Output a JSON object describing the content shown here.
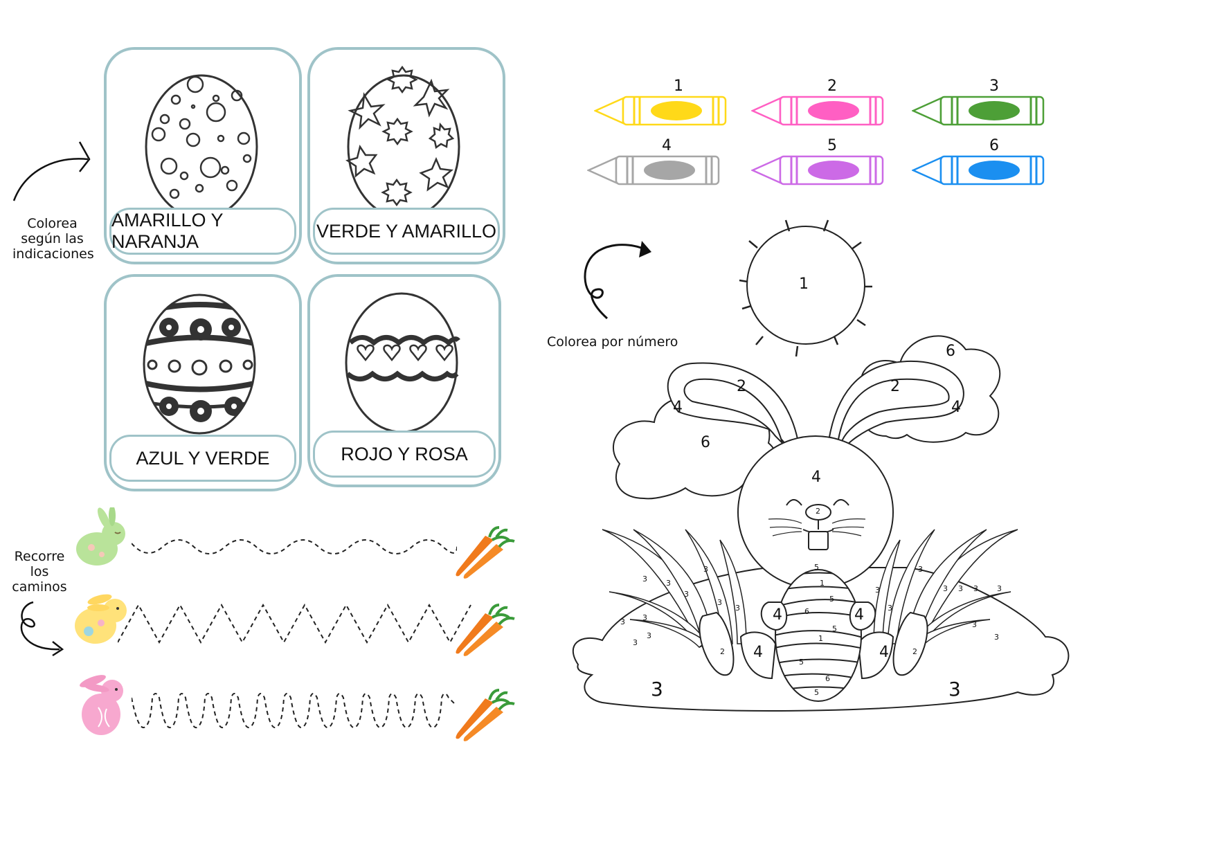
{
  "instructions": {
    "color_by_directions": "Colorea\nsegún las\nindicaciones",
    "trace_paths": "Recorre\nlos\ncaminos",
    "color_by_number": "Colorea por número"
  },
  "egg_cards": [
    {
      "label": "AMARILLO Y NARANJA"
    },
    {
      "label": "VERDE Y AMARILLO"
    },
    {
      "label": "AZUL Y VERDE"
    },
    {
      "label": "ROJO Y ROSA"
    }
  ],
  "crayon_key": [
    {
      "number": "1",
      "color": "#ffd919"
    },
    {
      "number": "2",
      "color": "#ff5fc3"
    },
    {
      "number": "3",
      "color": "#4d9f37"
    },
    {
      "number": "4",
      "color": "#a6a6a6"
    },
    {
      "number": "5",
      "color": "#cc6ae6"
    },
    {
      "number": "6",
      "color": "#1b8ff0"
    }
  ],
  "coloring_numbers": {
    "sun": "1",
    "cloud_right": "6",
    "cloud_left": "6",
    "ear_left_inner": "2",
    "ear_left_outer": "4",
    "ear_right_inner": "2",
    "ear_right_outer": "4",
    "head": "4",
    "nose": "2",
    "ground_left": "3",
    "ground_right": "3",
    "egg_top": "5",
    "egg_band1": "1",
    "egg_band2": "5",
    "egg_band3": "6",
    "egg_band4": "5",
    "egg_band5": "1",
    "egg_band6": "5",
    "egg_band7": "6",
    "egg_bottom": "5",
    "paw_left": "4",
    "paw_right": "4",
    "foot_left": "4",
    "foot_right": "4",
    "sole_left": "2",
    "sole_right": "2",
    "grass": "3"
  },
  "trace_rows": [
    {
      "bunny_color": "#b9e39a",
      "wave": "gentle"
    },
    {
      "bunny_color": "#ffe27a",
      "wave": "zigzag"
    },
    {
      "bunny_color": "#f7a8cf",
      "wave": "loop"
    }
  ]
}
